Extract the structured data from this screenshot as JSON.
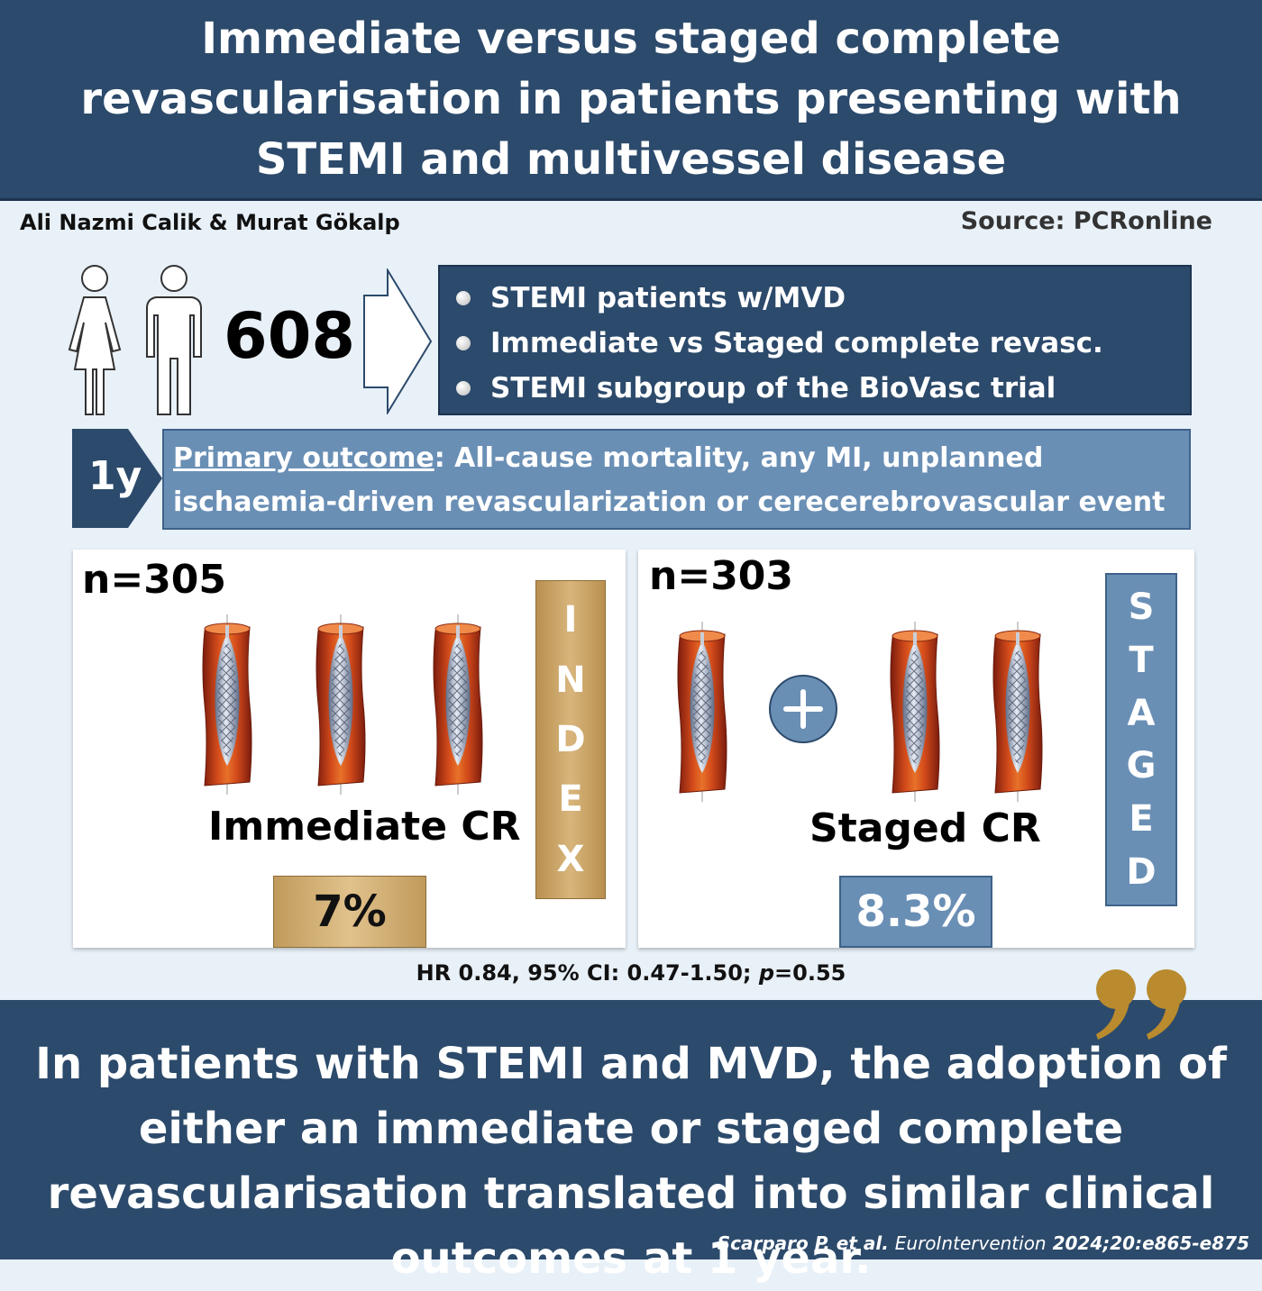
{
  "header": {
    "title": "Immediate versus staged complete revascularisation in patients presenting with STEMI and multivessel disease"
  },
  "authors": "Ali Nazmi Calik & Murat Gökalp",
  "source": "Source: PCRonline",
  "patients": {
    "total": "608",
    "icon": "female-and-male-person-icon"
  },
  "study_points": [
    "STEMI patients w/MVD",
    "Immediate vs Staged complete revasc.",
    "STEMI subgroup of the BioVasc trial"
  ],
  "follow_up": "1y",
  "outcome": {
    "label": "Primary outcome",
    "text": ": All-cause mortality, any MI, unplanned ischaemia-driven revascularization or cerecerebrovascular event"
  },
  "arms": [
    {
      "n": "n=305",
      "name": "Immediate CR",
      "rate": "7%",
      "vertical_label": "INDEX",
      "color": "#c9a464",
      "icon": "stented-vessel-icon"
    },
    {
      "n": "n=303",
      "name": "Staged CR",
      "rate": "8.3%",
      "vertical_label": "STAGED",
      "color": "#6a8fb5",
      "icon": "stented-vessel-icon"
    }
  ],
  "stats": {
    "prefix": "HR 0.84, 95% CI: 0.47-1.50; ",
    "p_symbol": "p",
    "p_value": "=0.55"
  },
  "conclusion": "In patients with STEMI and MVD, the adoption of either an immediate or staged complete revascularisation translated into similar clinical outcomes at 1 year.",
  "citation": {
    "authors": "Scarparo P, et al. ",
    "journal": "EuroIntervention",
    "ref": " 2024;20:e865-e875"
  },
  "colors": {
    "navy": "#2c4a6b",
    "steel_blue": "#6a8fb5",
    "gold": "#c9a464",
    "background": "#e8f0f8"
  }
}
